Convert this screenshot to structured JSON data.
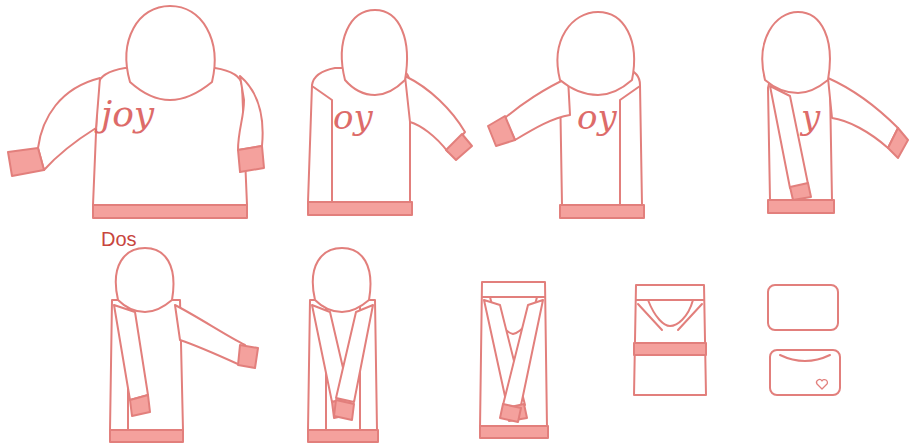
{
  "diagram": {
    "labels": [
      "joy",
      "oy",
      "oy",
      "y",
      "Dos"
    ]
  }
}
